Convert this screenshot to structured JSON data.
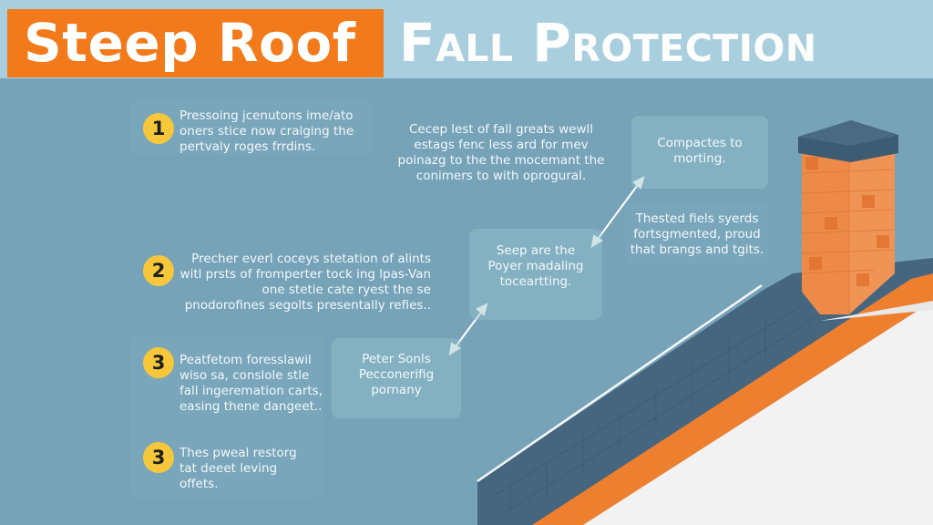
{
  "title": {
    "highlight": "Steep Roof",
    "rest": "Fall Protection"
  },
  "colors": {
    "background": "#76a3b8",
    "header_band": "#a9cfdf",
    "accent_orange": "#f27a1a",
    "badge_yellow": "#f6c73b",
    "roof_slate": "#46667f",
    "chimney_brick": "#ee8a48",
    "chimney_cap": "#3d5b73",
    "wall_white": "#f2f2f2"
  },
  "steps": [
    {
      "number": "1",
      "text": "Pressoing jcenutons ime/ato oners stice now cralging the pertvaly roges frrdins."
    },
    {
      "number": "2",
      "text": "Precher everl coceys stetation of alints witl prsts of fromperter tock ing lpas-Van one stetie cate ryest the se pnodorofines segolts presentally refies.."
    },
    {
      "number": "3",
      "text": "Peatfetom foresslawil wiso sa, conslole stle fall ingeremation carts, easing thene dangeet.."
    },
    {
      "number": "3",
      "text": "Thes pweal restorg tat deeet leving offets."
    }
  ],
  "callouts": {
    "top_center": "Cecep lest of fall greats wewll estags fenc less ard for mev poinazg to the the mocemant the conimers to with oprogural.",
    "top_right": "Compactes to morting.",
    "mid_right": "Thested fiels syerds fortsgmented, proud that brangs and tgits.",
    "mid_center": "Seep are the Poyer madaling toceartting.",
    "lower_center": "Peter Sonls Pecconerifig pornany"
  },
  "icons": {
    "arrows": "double-headed-arrow-icon",
    "chimney": "chimney-illustration",
    "roof": "roof-illustration"
  }
}
